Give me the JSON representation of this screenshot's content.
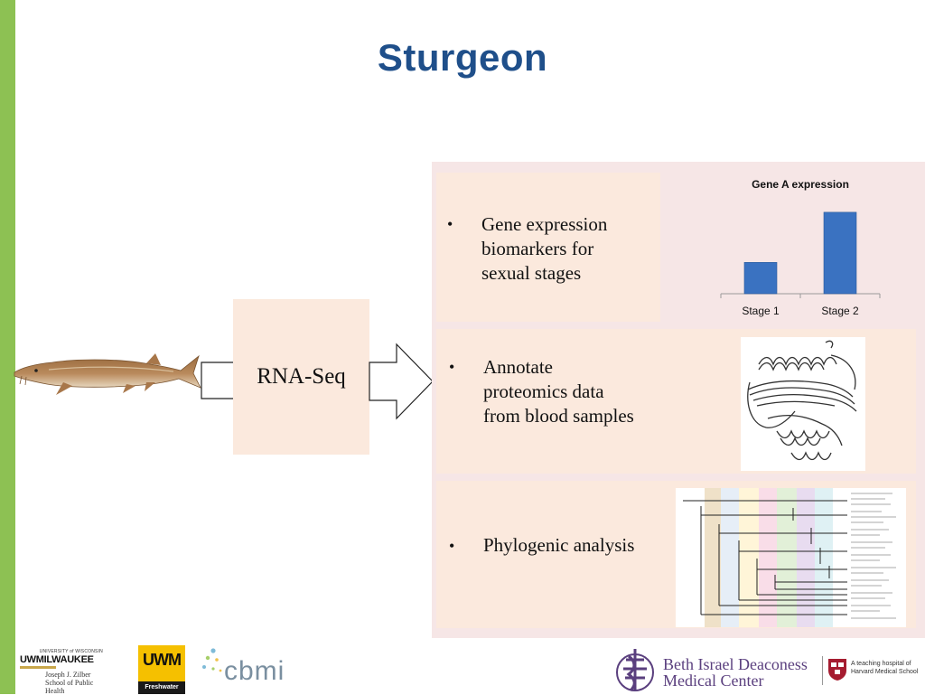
{
  "slide": {
    "title": "Sturgeon",
    "accent_color": "#8dc153",
    "title_color": "#1f4f8a"
  },
  "process": {
    "method_label": "RNA-Seq"
  },
  "applications": [
    {
      "lines": [
        "Gene expression",
        "biomarkers for",
        "sexual stages"
      ]
    },
    {
      "lines": [
        "Annotate",
        "proteomics data",
        "from blood samples"
      ]
    },
    {
      "lines": [
        "Phylogenic analysis"
      ]
    }
  ],
  "bullet_glyph": "•",
  "chart_data": {
    "type": "bar",
    "title": "Gene A expression",
    "categories": [
      "Stage 1",
      "Stage 2"
    ],
    "values": [
      1,
      2.6
    ],
    "ylim": [
      0,
      3
    ],
    "grid": false,
    "bar_color": "#3a72c1"
  },
  "logos": {
    "uwm": {
      "top_line": "UNIVERSITY of WISCONSIN",
      "name": "UWMILWAUKEE",
      "school_line1": "Joseph J. Zilber",
      "school_line2": "School of Public Health"
    },
    "freshwater": {
      "mark": "UWM",
      "caption": "Freshwater"
    },
    "cbmi": {
      "name": "cbmi"
    },
    "bidmc": {
      "line1": "Beth Israel Deaconess",
      "line2": "Medical Center"
    },
    "harvard": {
      "line1": "A teaching hospital of",
      "line2": "Harvard Medical School"
    }
  },
  "icons": {
    "fish": "sturgeon-fish-illustration",
    "arrow": "right-arrow-icon",
    "protein": "protein-structure-image",
    "tree": "phylogenetic-tree-image"
  }
}
